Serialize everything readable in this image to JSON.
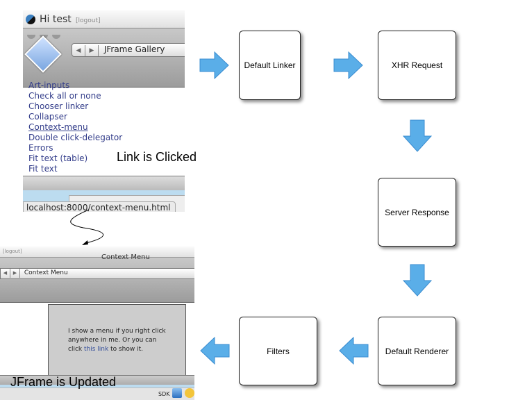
{
  "flow": {
    "boxes": [
      "Default Linker",
      "XHR Request",
      "Server Response",
      "Default Renderer",
      "Filters"
    ],
    "colors": {
      "arrow": "#5aaee8",
      "box_border": "#222222"
    }
  },
  "before": {
    "greeting": "Hi test",
    "logout": "[logout]",
    "nav_title": "JFrame Gallery",
    "links": [
      "Art-inputs",
      "Check all or none",
      "Chooser linker",
      "Collapser",
      "Context-menu",
      "Double click-delegator",
      "Errors",
      "Fit text",
      "Fit text"
    ],
    "link_suffix": "(table)",
    "status_url": "localhost:8000/context-menu.html",
    "caption": "Link is Clicked"
  },
  "after": {
    "logout": "[logout]",
    "window_title": "Context Menu",
    "nav_title": "Context Menu",
    "panel_text_1": "I show a menu if you right click anywhere in me. Or you can click",
    "panel_link": "this link",
    "panel_text_2": "to show it.",
    "dock_label": "SDK",
    "caption": "JFrame is Updated"
  }
}
